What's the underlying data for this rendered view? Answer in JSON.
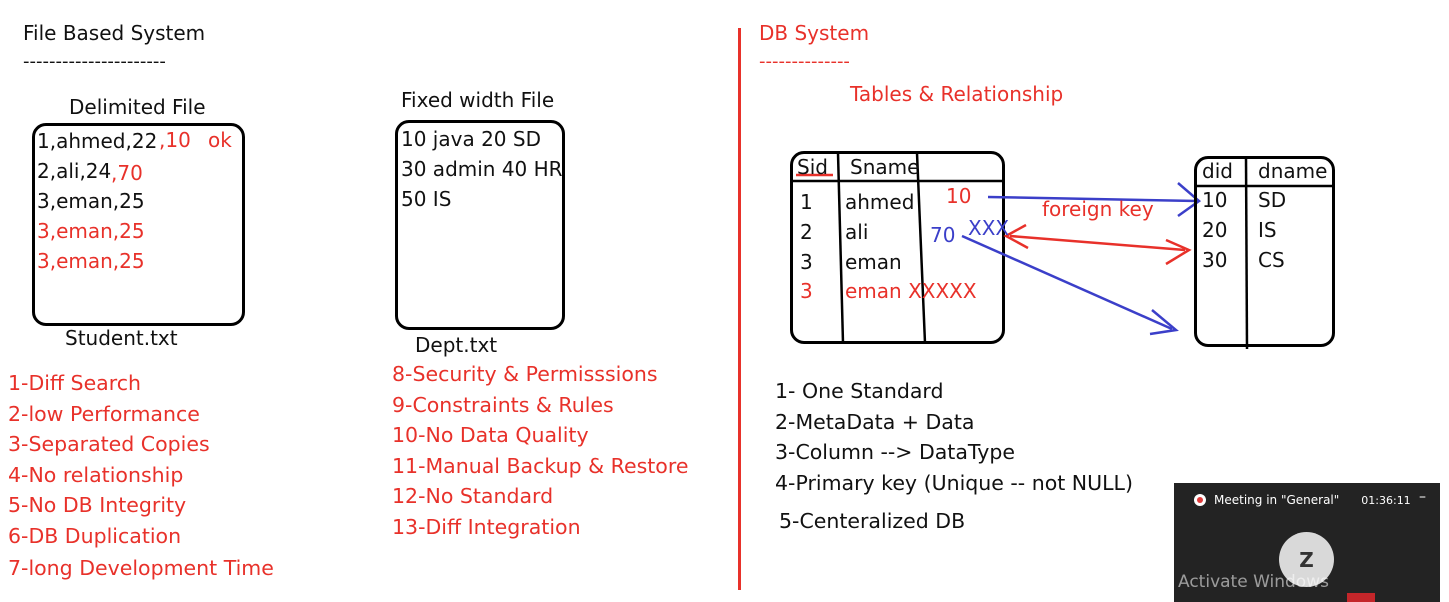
{
  "left": {
    "heading": "File Based System",
    "underline": "----------------------",
    "delimited": {
      "title": "Delimited File",
      "lines": [
        "1,ahmed,22",
        "2,ali,24",
        "3,eman,25"
      ],
      "red_lines": [
        "3,eman,25",
        "3,eman,25"
      ],
      "ann1": ",10",
      "ann1b": "ok",
      "ann2": ",70",
      "filename": "Student.txt"
    },
    "fixed": {
      "title": "Fixed width File",
      "lines": [
        "10 java 20 SD",
        "30 admin 40 HR",
        "50 IS"
      ],
      "filename": "Dept.txt"
    },
    "problems_col1": [
      "1-Diff Search",
      "2-low Performance",
      "3-Separated Copies",
      "4-No relationship",
      "5-No DB Integrity",
      "6-DB Duplication",
      "7-long Development Time"
    ],
    "problems_col2": [
      "8-Security & Permisssions",
      "9-Constraints & Rules",
      "10-No Data Quality",
      "11-Manual Backup & Restore",
      "12-No Standard",
      "13-Diff Integration"
    ]
  },
  "right": {
    "heading": "DB System",
    "underline": "--------------",
    "subheading": "Tables & Relationship",
    "student_table": {
      "headers": [
        "Sid",
        "Sname"
      ],
      "ids": [
        "1",
        "2",
        "3"
      ],
      "names": [
        "ahmed",
        "ali",
        "eman"
      ],
      "red_id": "3",
      "red_name": "eman XXXXX",
      "fk1": "10",
      "fk2": "70",
      "fk2_x": "XXX"
    },
    "fk_label": "foreign key",
    "dept_table": {
      "headers": [
        "did",
        "dname"
      ],
      "ids": [
        "10",
        "20",
        "30"
      ],
      "names": [
        "SD",
        "IS",
        "CS"
      ]
    },
    "benefits": [
      "1- One Standard",
      "2-MetaData + Data",
      "3-Column --> DataType",
      "4-Primary key  (Unique -- not NULL)"
    ],
    "benefit5": "5-Centeralized DB"
  },
  "meeting": {
    "title": "Meeting in \"General\"",
    "time": "01:36:11",
    "more": "–",
    "avatar": "Z",
    "activate": "Activate Windows"
  },
  "colors": {
    "red": "#e8312a",
    "blue": "#3b3fc9",
    "ink": "#111111"
  }
}
